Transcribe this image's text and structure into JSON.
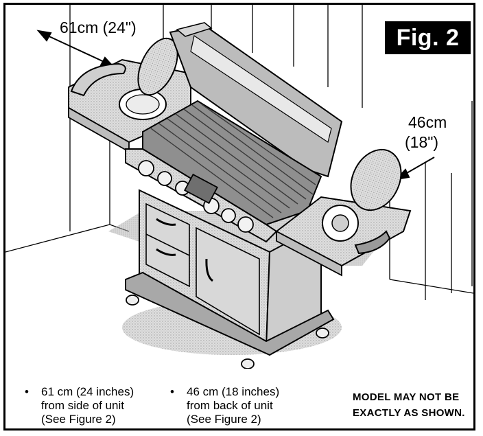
{
  "figure_label": "Fig. 2",
  "dimensions": {
    "side": "61cm (24\")",
    "back_line1": "46cm",
    "back_line2": "(18\")"
  },
  "notes": [
    {
      "bullet": "•",
      "line1": "61 cm (24 inches)",
      "line2": "from side of unit",
      "line3": "(See Figure 2)"
    },
    {
      "bullet": "•",
      "line1": "46 cm (18 inches)",
      "line2": "from back of unit",
      "line3": "(See Figure 2)"
    }
  ],
  "disclaimer": {
    "line1": "MODEL MAY NOT BE",
    "line2": "EXACTLY AS SHOWN."
  },
  "colors": {
    "ink": "#000000",
    "shade": "#c8c8c8",
    "light": "#e6e6e6"
  }
}
